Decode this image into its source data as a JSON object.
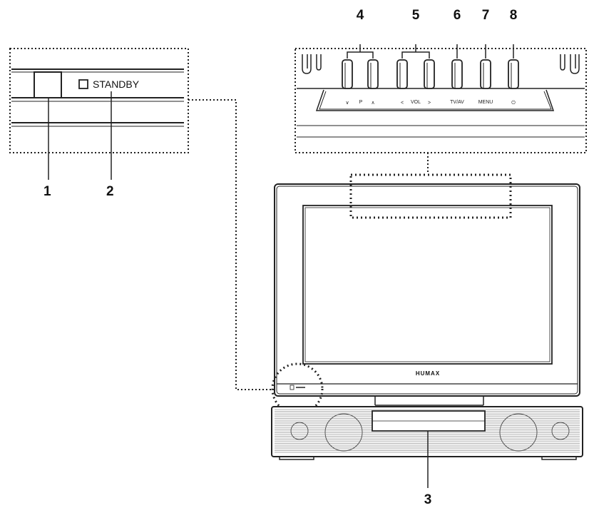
{
  "callouts": {
    "c1": "1",
    "c2": "2",
    "c3": "3",
    "c4": "4",
    "c5": "5",
    "c6": "6",
    "c7": "7",
    "c8": "8"
  },
  "standby_panel": {
    "standby_label": "STANDBY"
  },
  "control_panel": {
    "prog_down": "∨",
    "prog_label": "P",
    "prog_up": "∧",
    "vol_down": "<",
    "vol_label": "VOL",
    "vol_up": ">",
    "tvav_label": "TV/AV",
    "menu_label": "MENU",
    "power_symbol": "⏻"
  },
  "tv": {
    "brand": "HUMAX"
  },
  "colors": {
    "line": "#222222",
    "background": "#ffffff"
  }
}
